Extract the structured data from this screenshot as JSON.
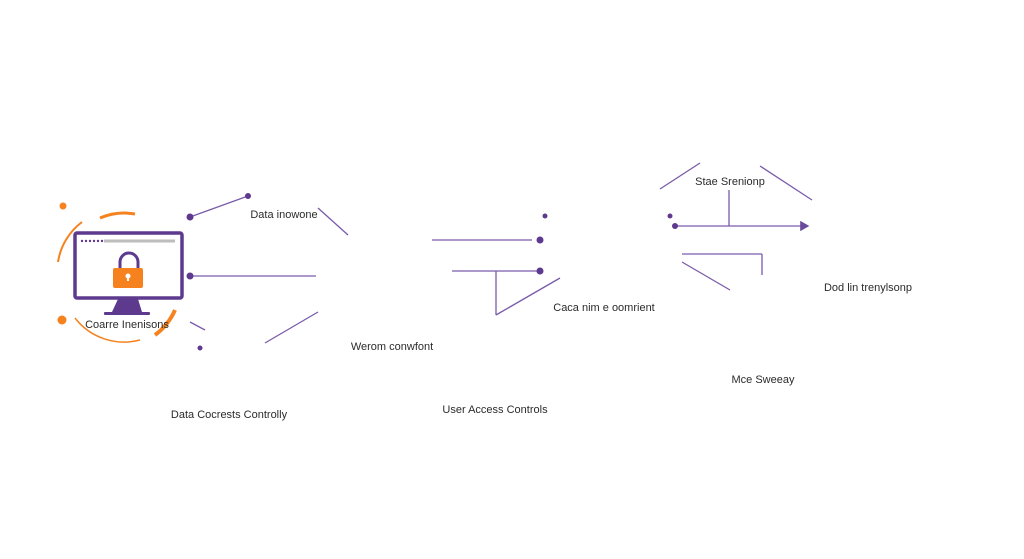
{
  "colors": {
    "orange": "#F5821F",
    "purple": "#5E3A8F",
    "line_purple": "#7A5BAA",
    "text": "#2B2B2B",
    "screen_bg": "#FFFFFF",
    "gray_line": "#BDBDBD",
    "keyhole": "#111111"
  },
  "nodes": [
    {
      "id": "monitor-lock",
      "label": "Coarre Inenisons",
      "icon": "monitor-with-lock-icon"
    },
    {
      "id": "laptop-lock",
      "label": "Data Cocrests Controlly",
      "icon": "laptop-with-lock-icon"
    },
    {
      "id": "eye",
      "label": "Data inowone",
      "icon": "eye-icon"
    },
    {
      "id": "center-lock-left",
      "label": "Werom conwfont",
      "icon": "padlock-icon"
    },
    {
      "id": "phone-doc",
      "label": "User Access Controls",
      "icon": "smartphone-document-icon"
    },
    {
      "id": "center-lock-big",
      "label": "Caca nim e oomrient",
      "icon": "padlock-icon"
    },
    {
      "id": "circle-lock",
      "label": "Stae Srenionp",
      "icon": "circle-padlock-icon"
    },
    {
      "id": "monitor-users",
      "label": "Dod lin trenylsonp",
      "icon": "monitor-user-profiles-icon"
    },
    {
      "id": "tablet-checklist",
      "label": "Mce Sweeay",
      "icon": "checklist-tablet-icon"
    }
  ],
  "accessory_icons": [
    {
      "id": "user-chat",
      "icon": "user-chat-bubble-icon"
    },
    {
      "id": "checkmark",
      "icon": "checkmark-badge-icon"
    },
    {
      "id": "ring",
      "icon": "ring-node-icon"
    },
    {
      "id": "location-pin",
      "icon": "location-pin-icon"
    },
    {
      "id": "target",
      "icon": "target-node-icon"
    },
    {
      "id": "phone-key",
      "icon": "phone-keyhole-icon"
    },
    {
      "id": "refresh-badge",
      "icon": "refresh-badge-icon"
    }
  ]
}
